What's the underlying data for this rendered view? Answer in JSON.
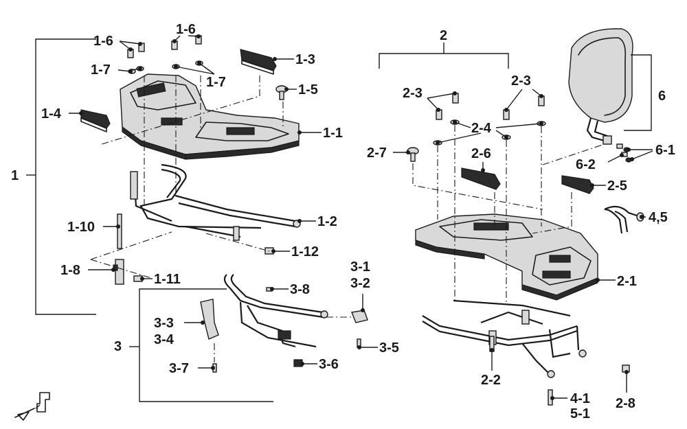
{
  "callouts": {
    "c_1": "1",
    "c_1_1": "1-1",
    "c_1_2": "1-2",
    "c_1_3": "1-3",
    "c_1_4": "1-4",
    "c_1_5": "1-5",
    "c_1_6a": "1-6",
    "c_1_6b": "1-6",
    "c_1_7a": "1-7",
    "c_1_7b": "1-7",
    "c_1_8": "1-8",
    "c_1_10": "1-10",
    "c_1_11": "1-11",
    "c_1_12": "1-12",
    "c_2": "2",
    "c_2_1": "2-1",
    "c_2_2": "2-2",
    "c_2_3a": "2-3",
    "c_2_3b": "2-3",
    "c_2_4": "2-4",
    "c_2_5": "2-5",
    "c_2_6": "2-6",
    "c_2_7": "2-7",
    "c_2_8": "2-8",
    "c_3": "3",
    "c_3_1": "3-1",
    "c_3_2": "3-2",
    "c_3_3": "3-3",
    "c_3_4": "3-4",
    "c_3_5": "3-5",
    "c_3_6": "3-6",
    "c_3_7": "3-7",
    "c_3_8": "3-8",
    "c_4_5": "4,5",
    "c_4_1": "4-1",
    "c_5_1": "5-1",
    "c_6": "6",
    "c_6_1": "6-1",
    "c_6_2": "6-2"
  },
  "icons": {
    "front_indicator": "front-direction-icon"
  }
}
